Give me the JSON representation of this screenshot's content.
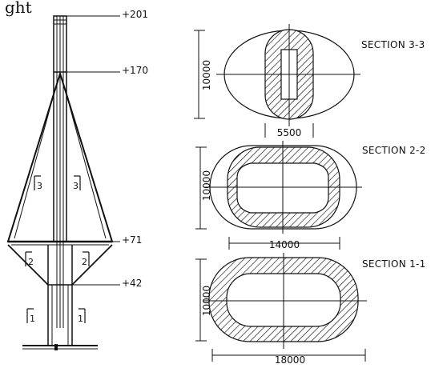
{
  "heading_fragment": "ght",
  "tower": {
    "elevations": [
      "+201",
      "+170",
      "+71",
      "+42"
    ],
    "section_marks": [
      "3",
      "3",
      "2",
      "2",
      "1",
      "1"
    ]
  },
  "sections": [
    {
      "title": "SECTION 3-3",
      "height_dim": "10000",
      "width_dim": "5500"
    },
    {
      "title": "SECTION 2-2",
      "height_dim": "10000",
      "width_dim": "14000"
    },
    {
      "title": "SECTION 1-1",
      "height_dim": "10000",
      "width_dim": "18000"
    }
  ]
}
